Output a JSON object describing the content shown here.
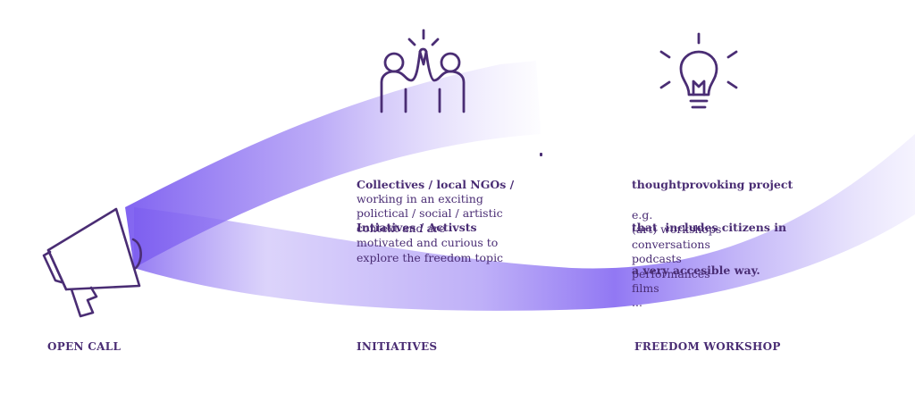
{
  "brand_color": "#4a2d74",
  "ribbon_color": "#7b5cf0",
  "icons": {
    "open_call": "megaphone-icon",
    "initiatives": "high-five-icon",
    "freedom_workshop": "lightbulb-icon"
  },
  "initiatives": {
    "heading_lines": [
      "Collectives / local NGOs /",
      "Intiatives / Activsts"
    ],
    "body_lines": [
      "working in an exciting",
      "polictical / social / artistic",
      "context and are",
      "motivated and curious to",
      "explore the freedom topic"
    ]
  },
  "freedom_workshop": {
    "heading_lines": [
      "thoughtprovoking project",
      "that  includes citizens in",
      "a very accesible way."
    ],
    "body_lines": [
      "e.g.",
      "(art) workshops",
      "conversations",
      "podcasts",
      "performances",
      "films",
      "..."
    ]
  },
  "labels": {
    "open_call": "OPEN CALL",
    "initiatives": "INITIATIVES",
    "freedom_workshop": "FREEDOM WORKSHOP"
  }
}
